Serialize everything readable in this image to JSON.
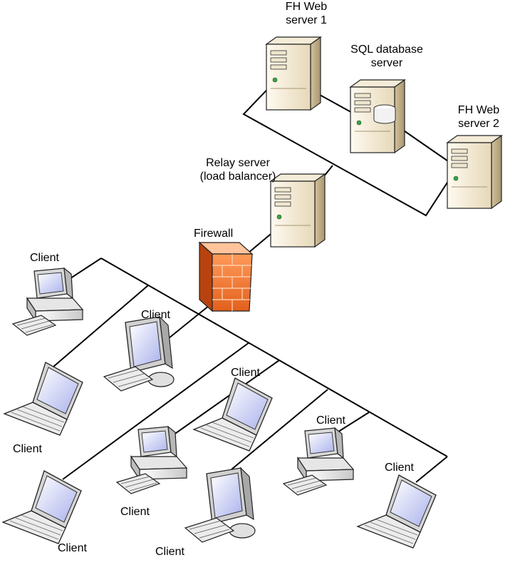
{
  "labels": {
    "web1_line1": "FH Web",
    "web1_line2": "server 1",
    "sql_line1": "SQL database",
    "sql_line2": "server",
    "web2_line1": "FH Web",
    "web2_line2": "server 2",
    "relay_line1": "Relay server",
    "relay_line2": "(load balancer)",
    "firewall": "Firewall",
    "client": "Client"
  }
}
